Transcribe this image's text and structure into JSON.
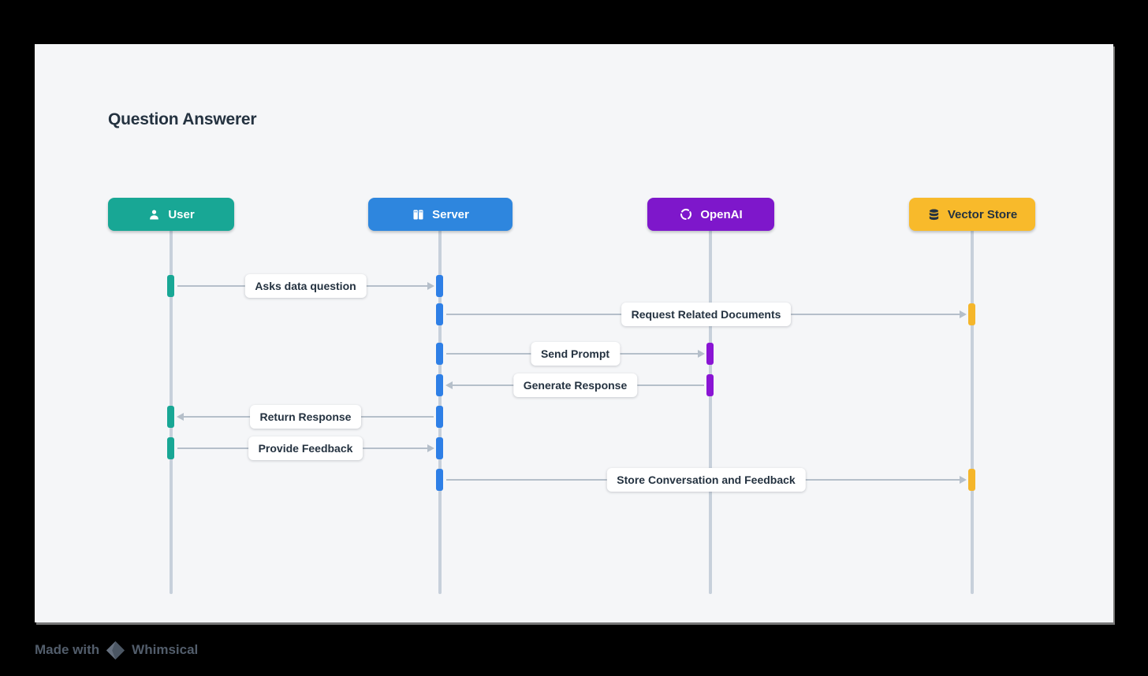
{
  "diagram": {
    "title": "Question Answerer",
    "type": "sequence-diagram",
    "actors": [
      {
        "id": "user",
        "label": "User",
        "icon": "user-icon",
        "color": "#18A795",
        "text_color": "#FFFFFF"
      },
      {
        "id": "server",
        "label": "Server",
        "icon": "server-icon",
        "color": "#2E86DE",
        "text_color": "#FFFFFF"
      },
      {
        "id": "openai",
        "label": "OpenAI",
        "icon": "openai-icon",
        "color": "#7E17CB",
        "text_color": "#FFFFFF"
      },
      {
        "id": "vector-store",
        "label": "Vector Store",
        "icon": "database-icon",
        "color": "#F8BA2B",
        "text_color": "#243240"
      }
    ],
    "messages": [
      {
        "from": "user",
        "to": "server",
        "direction": "right",
        "label": "Asks data question"
      },
      {
        "from": "server",
        "to": "vector-store",
        "direction": "right",
        "label": "Request Related Documents"
      },
      {
        "from": "server",
        "to": "openai",
        "direction": "right",
        "label": "Send Prompt"
      },
      {
        "from": "openai",
        "to": "server",
        "direction": "left",
        "label": "Generate Response"
      },
      {
        "from": "server",
        "to": "user",
        "direction": "left",
        "label": "Return Response"
      },
      {
        "from": "user",
        "to": "server",
        "direction": "right",
        "label": "Provide Feedback"
      },
      {
        "from": "server",
        "to": "vector-store",
        "direction": "right",
        "label": "Store Conversation and Feedback"
      }
    ],
    "colors": {
      "canvas_background": "#F5F6F8",
      "outer_background": "#000000",
      "lifeline": "#C7D0DB",
      "arrow": "#B5BFCA",
      "message_label_background": "#FFFFFF",
      "message_label_text": "#243240",
      "title_text": "#243240"
    }
  },
  "footer": {
    "made_with": "Made with",
    "brand": "Whimsical"
  }
}
